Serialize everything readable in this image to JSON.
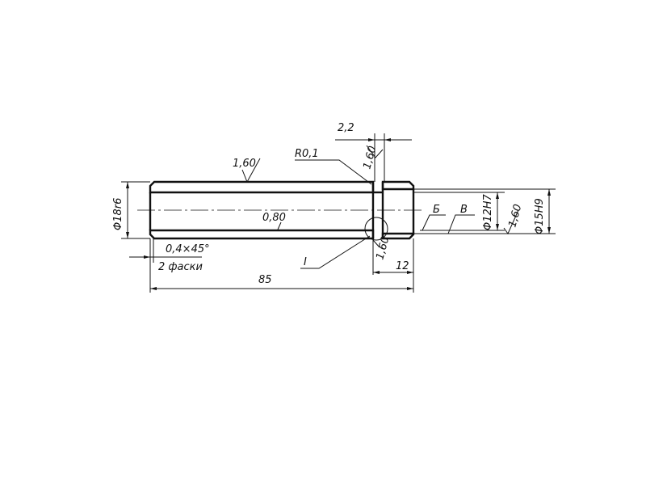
{
  "drawing": {
    "dimensions": {
      "outer_diameter": "Φ18r6",
      "bore_diameter": "Φ12H7",
      "counterbore_diameter": "Φ15H9",
      "total_length": "85",
      "counterbore_length": "12",
      "groove_width": "2,2",
      "chamfer": "0,4×45°",
      "chamfer_note": "2 фаски",
      "radius": "R0,1"
    },
    "roughness": {
      "outer": "1,60",
      "bore": "0,80",
      "groove_top": "1,60",
      "groove_bottom": "1,60",
      "counterbore": "1,60"
    },
    "labels": {
      "detail": "I",
      "surface_b": "Б",
      "surface_v": "В"
    }
  }
}
